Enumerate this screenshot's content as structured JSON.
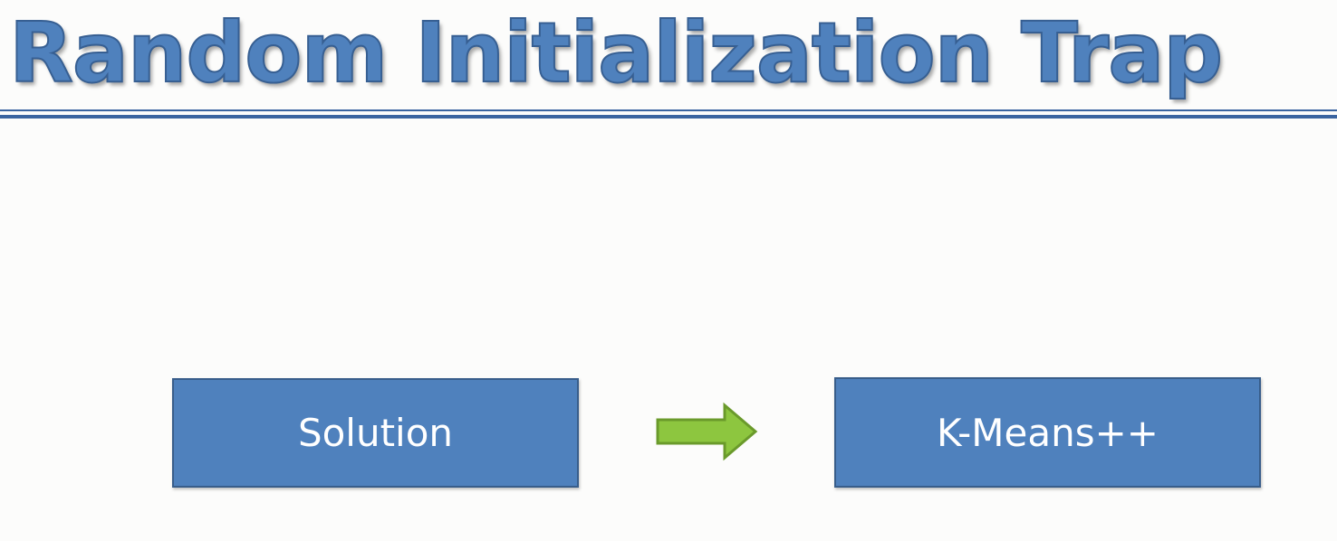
{
  "slide": {
    "title": "Random Initialization Trap"
  },
  "diagram": {
    "left_box": {
      "label": "Solution"
    },
    "right_box": {
      "label": "K-Means++"
    }
  },
  "colors": {
    "title_fill": "#4f81bd",
    "title_outline": "#375f92",
    "rule": "#3a64a0",
    "box_fill": "#4f81bd",
    "box_border": "#385d8a",
    "arrow_fill": "#8dc63f",
    "arrow_stroke": "#6a9a2b",
    "background": "#fcfcfb"
  },
  "icons": {
    "connector": "right-arrow-icon"
  }
}
